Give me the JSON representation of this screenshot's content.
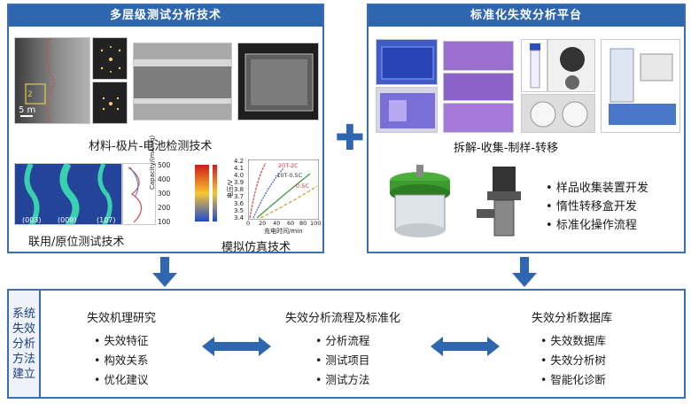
{
  "left_panel": {
    "title": "多层级测试分析技术",
    "caption_top": "材料-极片-电池检测技术",
    "caption_left": "联用/原位测试技术",
    "caption_right": "模拟仿真技术",
    "tem_scale": "5 m",
    "tem_marker": "2",
    "insitu_labels": [
      "(003)",
      "(009)",
      "(107)"
    ],
    "capacity_axis_label": "Capacity/(mAh/g)",
    "capacity_ticks": [
      "500",
      "400",
      "300",
      "200",
      "100"
    ],
    "voltage_axis_label": "电压/V",
    "voltage_ticks": [
      "4.2",
      "4.1",
      "4.0",
      "3.9",
      "3.8",
      "3.7",
      "3.6",
      "3.5",
      "3.4"
    ],
    "time_axis_label": "充电时间/min",
    "time_ticks": [
      "0",
      "20",
      "40",
      "60",
      "80",
      "100"
    ],
    "curve_labels": [
      "20T-2C",
      "-10T-0.5C",
      "0.5C"
    ]
  },
  "right_panel": {
    "title": "标准化失效分析平台",
    "caption": "拆解-收集-制样-转移",
    "bullets": [
      "样品收集装置开发",
      "惰性转移盒开发",
      "标准化操作流程"
    ]
  },
  "bottom_panel": {
    "side_label": "系统失效分析方法建立",
    "col1": {
      "title": "失效机理研究",
      "items": [
        "失效特征",
        "构效关系",
        "优化建议"
      ]
    },
    "col2": {
      "title": "失效分析流程及标准化",
      "items": [
        "分析流程",
        "测试项目",
        "测试方法"
      ]
    },
    "col3": {
      "title": "失效分析数据库",
      "items": [
        "失效数据库",
        "失效分析树",
        "智能化诊断"
      ]
    }
  },
  "colors": {
    "accent": "#2f66b0",
    "border": "#3a6fb3",
    "side": "#1d3f7a"
  },
  "icons": [
    "plus-icon",
    "down-arrow-icon",
    "double-arrow-icon"
  ]
}
